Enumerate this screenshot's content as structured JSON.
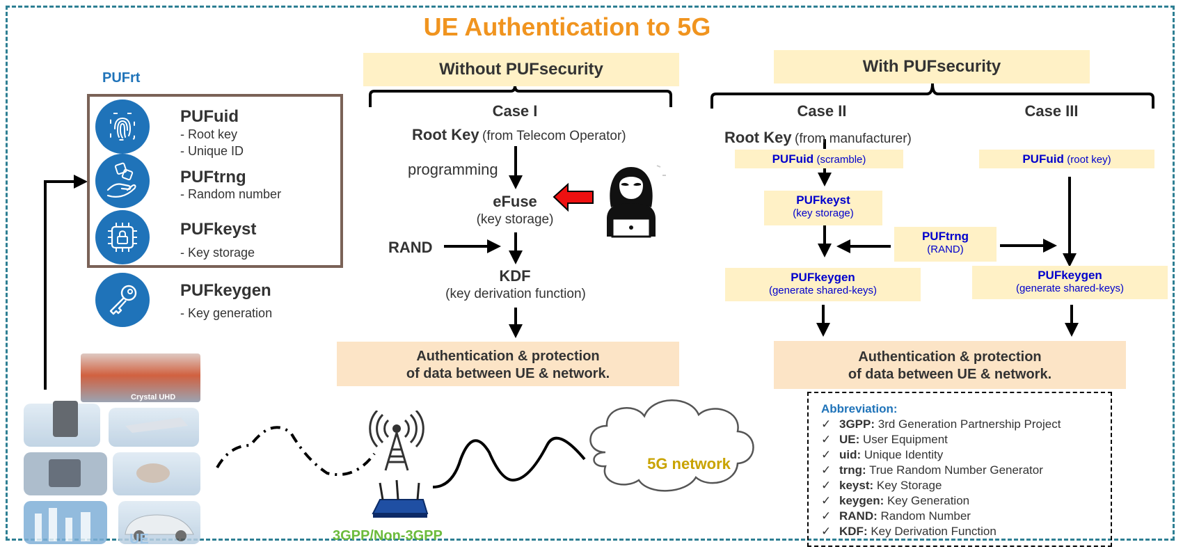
{
  "title": "UE Authentication to 5G",
  "pufrt": {
    "heading": "PUFrt",
    "items": [
      {
        "name": "PUFuid",
        "desc1": "- Root key",
        "desc2": "- Unique ID",
        "icon": "fingerprint-icon"
      },
      {
        "name": "PUFtrng",
        "desc1": "- Random number",
        "icon": "dice-hand-icon"
      },
      {
        "name": "PUFkeyst",
        "desc1": "-  Key storage",
        "icon": "chip-lock-icon"
      },
      {
        "name": "PUFkeygen",
        "desc1": "-  Key generation",
        "icon": "key-icon"
      }
    ]
  },
  "without": {
    "header": "Without PUFsecurity",
    "case": "Case I",
    "root_key": "Root Key",
    "root_key_src": "(from Telecom Operator)",
    "programming": "programming",
    "efuse": "eFuse",
    "efuse_sub": "(key storage)",
    "rand": "RAND",
    "kdf": "KDF",
    "kdf_sub": "(key derivation function)",
    "auth_line1": "Authentication & protection",
    "auth_line2": "of data between UE & network."
  },
  "with": {
    "header": "With PUFsecurity",
    "case2": "Case II",
    "case3": "Case III",
    "root_key": "Root Key",
    "root_key_src": "(from manufacturer)",
    "pufuid_scramble": "PUFuid",
    "pufuid_scramble_sub": "(scramble)",
    "pufuid_root": "PUFuid",
    "pufuid_root_sub": "(root key)",
    "pufkeyst": "PUFkeyst",
    "pufkeyst_sub": "(key storage)",
    "puftrng": "PUFtrng",
    "puftrng_sub": "(RAND)",
    "pufkeygen_a": "PUFkeygen",
    "pufkeygen_a_sub": "(generate shared-keys)",
    "pufkeygen_b": "PUFkeygen",
    "pufkeygen_b_sub": "(generate shared-keys)",
    "auth_line1": "Authentication & protection",
    "auth_line2": "of data between UE & network."
  },
  "ue": {
    "label": "UE",
    "tv_caption": "Crystal UHD"
  },
  "tower_label": "3GPP/Non-3GPP",
  "network_label": "5G network",
  "abbreviation": {
    "title": "Abbreviation:",
    "check": "✓",
    "items": [
      {
        "key": "3GPP:",
        "val": " 3rd Generation Partnership Project"
      },
      {
        "key": "UE:",
        "val": " User Equipment"
      },
      {
        "key": "uid:",
        "val": " Unique Identity"
      },
      {
        "key": "trng:",
        "val": " True Random Number Generator"
      },
      {
        "key": "keyst:",
        "val": " Key Storage"
      },
      {
        "key": "keygen:",
        "val": " Key Generation"
      },
      {
        "key": "RAND:",
        "val": " Random Number"
      },
      {
        "key": "KDF:",
        "val": " Key Derivation Function"
      }
    ]
  },
  "colors": {
    "title": "#f0941f",
    "puf_blue": "#1f73b9",
    "box_blue_text": "#0000cc",
    "header_fill": "#fff1c6",
    "auth_fill": "#fce4c6",
    "network_text": "#c9a300",
    "tower_text": "#6cbb3c",
    "ue_text": "#9ec5e6",
    "frame": "#2e7f93"
  }
}
